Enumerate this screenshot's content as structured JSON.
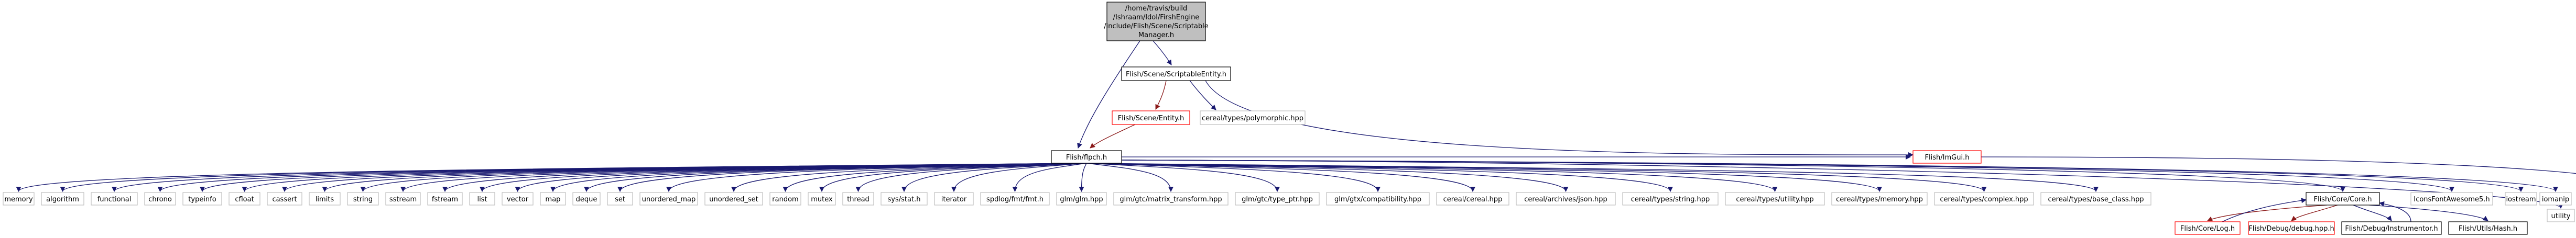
{
  "nodes": {
    "root": [
      "/home/travis/build",
      "/Ishraam/Idol/FirshEngine",
      "/include/Flish/Scene/Scriptable",
      "Manager.h"
    ],
    "scriptableEntity": "Flish/Scene/ScriptableEntity.h",
    "entity": "Flish/Scene/Entity.h",
    "polymorphic": "cereal/types/polymorphic.hpp",
    "pch": "Flish/flpch.h",
    "imgui": "Flish/ImGui.h",
    "core": "Flish/Core/Core.h",
    "log": "Flish/Core/Log.h",
    "debugbreak": "Flish/Debug/debug.hpp.h",
    "instrumentor": "Flish/Debug/Instrumentor.h",
    "hash": "Flish/Utils/Hash.h",
    "iconsFont": "IconsFontAwesome5.h",
    "iostream": "iostream",
    "iomanip": "iomanip",
    "utility": "utility"
  },
  "stdIncludes": [
    "memory",
    "algorithm",
    "functional",
    "chrono",
    "typeinfo",
    "cfloat",
    "cassert",
    "limits",
    "string",
    "sstream",
    "fstream",
    "list",
    "vector",
    "map",
    "deque",
    "set",
    "unordered_map",
    "unordered_set",
    "random",
    "mutex",
    "thread",
    "sys/stat.h",
    "iterator",
    "spdlog/fmt/fmt.h",
    "glm/glm.hpp",
    "glm/gtc/matrix_transform.hpp",
    "glm/gtc/type_ptr.hpp",
    "glm/gtx/compatibility.hpp",
    "cereal/cereal.hpp",
    "cereal/archives/json.hpp",
    "cereal/types/string.hpp",
    "cereal/types/utility.hpp",
    "cereal/types/memory.hpp",
    "cereal/types/complex.hpp",
    "cereal/types/base_class.hpp"
  ],
  "colors": {
    "edge": "#191970",
    "edgeRed": "#8b1a1a",
    "rootFill": "#bfbfbf",
    "missingBorder": "#ff0000",
    "externalBorder": "#bfbfbf"
  }
}
